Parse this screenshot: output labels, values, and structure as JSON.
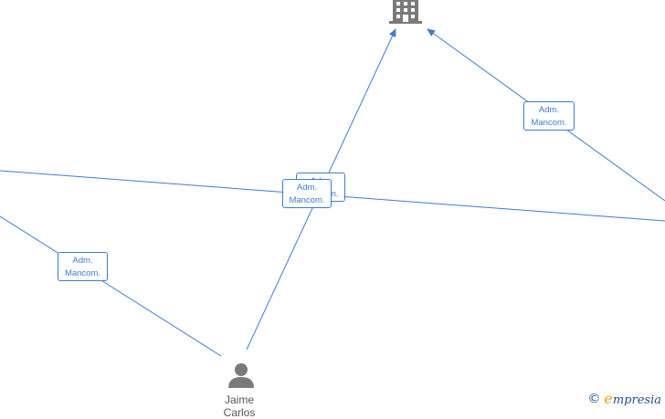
{
  "nodes": {
    "company": {
      "icon": "building-icon"
    },
    "person": {
      "icon": "person-icon",
      "name_line1": "Jaime",
      "name_line2": "Carlos"
    }
  },
  "edge_labels": [
    {
      "line1": "Adm.",
      "line2": "Mancom."
    },
    {
      "line1": "Adm.",
      "line2": "Mancom."
    },
    {
      "line1": "Adm.",
      "line2": "Mancom."
    },
    {
      "line1": "Adm.",
      "line2": "Mancom."
    }
  ],
  "colors": {
    "edge": "#3d7bd1",
    "icon": "#7a7a7a",
    "brand_orange": "#f2a21c",
    "brand_blue": "#1f4f8f"
  },
  "watermark": {
    "symbol": "©",
    "brand_initial": "e",
    "brand_rest": "mpresia"
  }
}
